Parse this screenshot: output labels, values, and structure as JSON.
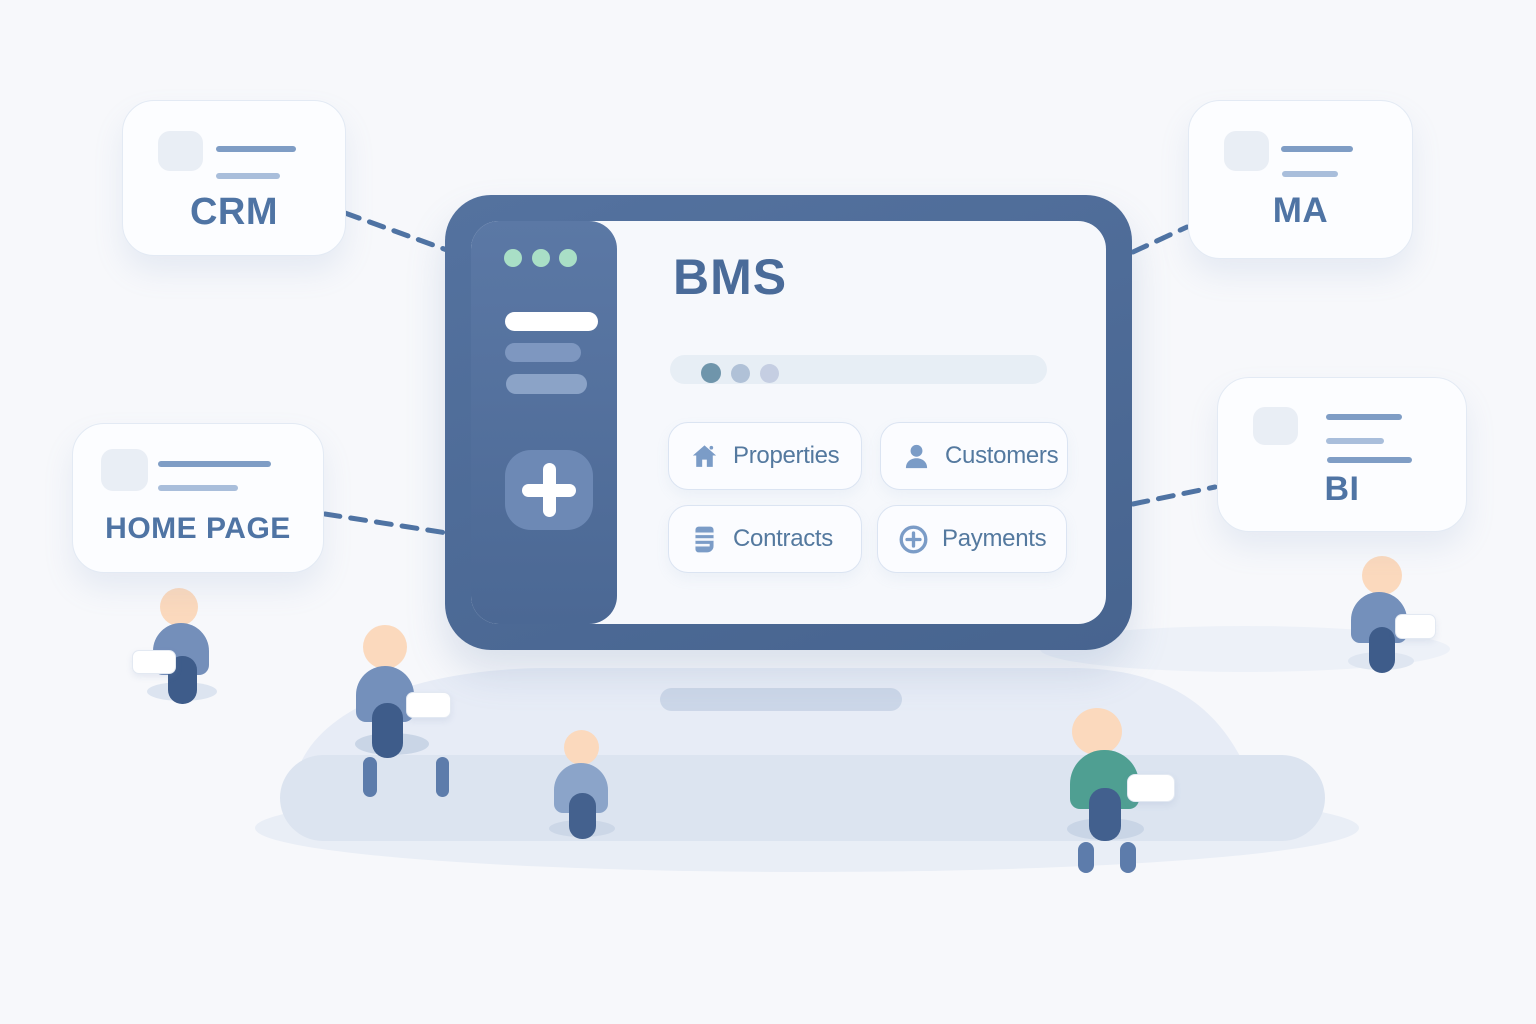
{
  "title": "BMS",
  "satellite_cards": {
    "crm": {
      "label": "CRM"
    },
    "ma": {
      "label": "MA"
    },
    "home_page": {
      "label": "HOME PAGE"
    },
    "bi": {
      "label": "BI"
    }
  },
  "modules": {
    "items": [
      {
        "label": "Properties",
        "icon": "home-icon"
      },
      {
        "label": "Customers",
        "icon": "user-icon"
      },
      {
        "label": "Contracts",
        "icon": "document-icon"
      },
      {
        "label": "Payments",
        "icon": "plus-circle-icon"
      }
    ]
  },
  "sidebar": {
    "add_button_icon": "plus-icon",
    "window_dots": 3
  },
  "progress": {
    "dots": 3
  },
  "colors": {
    "background": "#f7f8fb",
    "device_frame": "#4d6b97",
    "sidebar": "#53709c",
    "mint_dot": "#a9dfc6",
    "accent_text": "#4a6b99",
    "module_icon": "#7b9cc7",
    "connector": "#4f73a3",
    "progress_dot_active": "#6f95ab",
    "head_skin": "#fbd9bd",
    "teal_shirt": "#4f9f92"
  }
}
